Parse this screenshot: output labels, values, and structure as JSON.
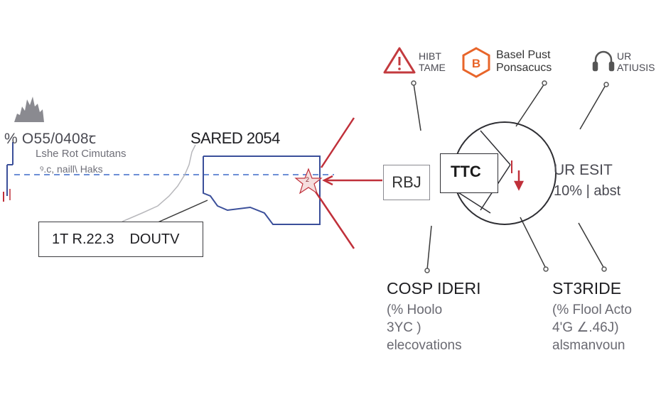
{
  "left_panel": {
    "value": "% O55/0408ꞇ",
    "sub_line_1": "Lshe Rot Cimutans",
    "sub_line_2": "ꝰ.c, naill\\ Haks"
  },
  "chart": {
    "title": "SARED 2054",
    "marker_label": "2",
    "box_label_left": "1T R.22.3",
    "box_label_right": "DOUTV"
  },
  "top_icons": [
    {
      "name": "warning",
      "line1": "HIBT",
      "line2": "TAME",
      "color": "#c33a3e"
    },
    {
      "name": "bitcoin",
      "line1": "Basel Pust",
      "line2": "Ponsacucs",
      "color": "#e8652a"
    },
    {
      "name": "headphones",
      "line1": "UR",
      "line2": "ATIUSIS",
      "color": "#555555"
    }
  ],
  "center": {
    "rbj_label": "RBJ",
    "ttc_label": "TTC"
  },
  "right_stat": {
    "title": "UR ESIT",
    "value": "10% | abst"
  },
  "bottom_columns": [
    {
      "title": "COSP IDERI",
      "line1": "(% Hoolo",
      "line2": "3YC )",
      "line3": "elecovations"
    },
    {
      "title": "ST3RIDE",
      "line1": "(% Flool Acto",
      "line2": "4'G ∠.46J)",
      "line3": "alsmanvoun"
    }
  ],
  "colors": {
    "arrow_red": "#c0303a",
    "chart_blue": "#3b4f9a",
    "dashed_blue": "#6d8fd6",
    "line_gray": "#3a3a3a"
  }
}
